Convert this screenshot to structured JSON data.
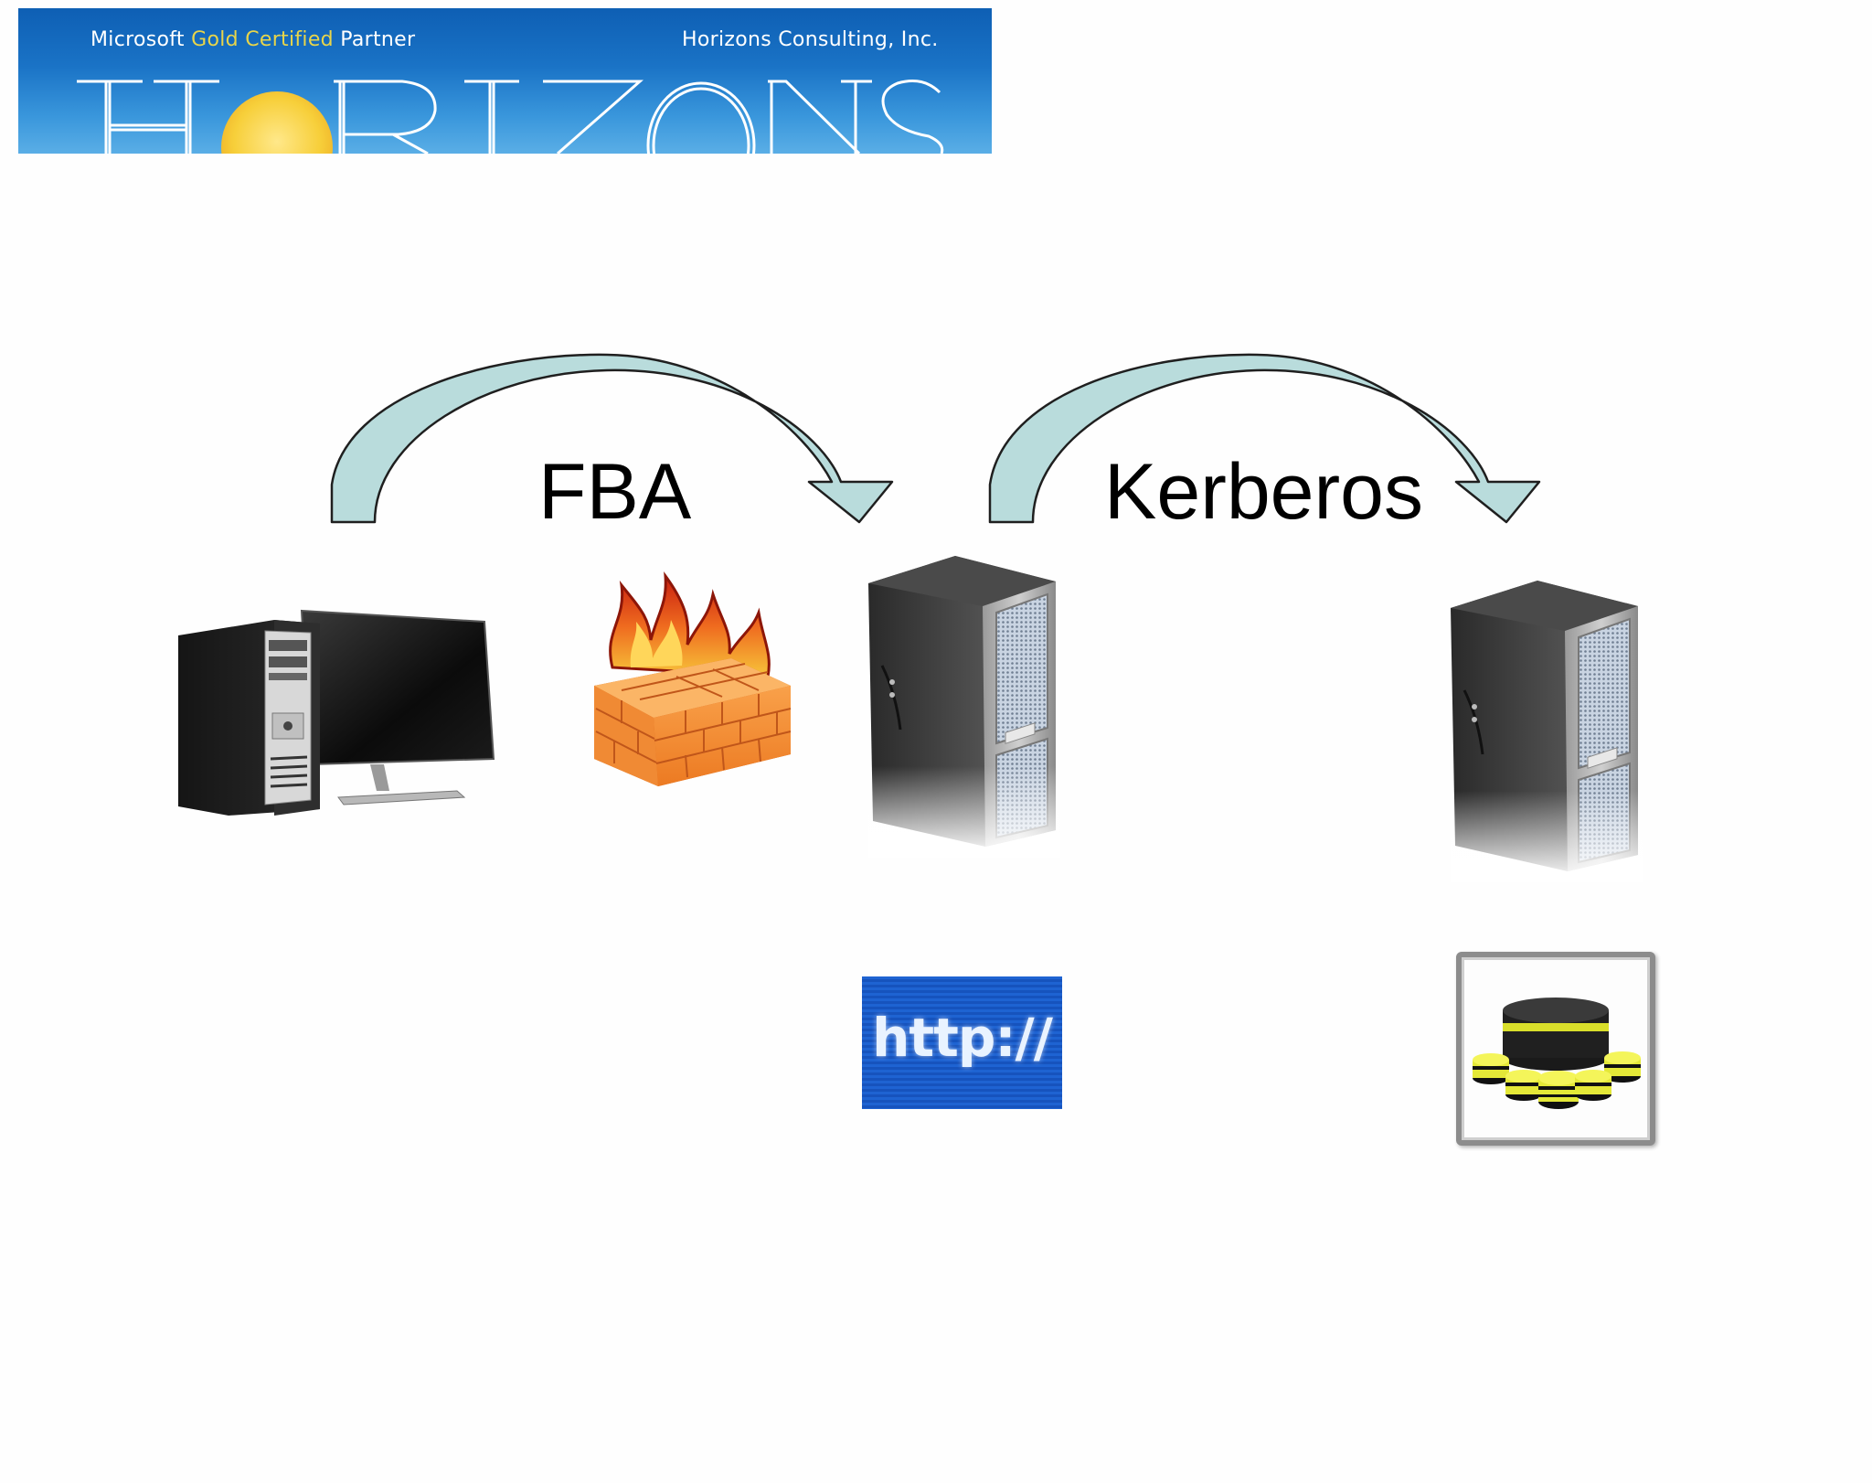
{
  "banner": {
    "partner_prefix": "Microsoft",
    "partner_highlight": "Gold Certified",
    "partner_suffix": "Partner",
    "company": "Horizons Consulting, Inc.",
    "wordmark": "HORIZONS"
  },
  "diagram": {
    "left_flow_label": "FBA",
    "right_flow_label": "Kerberos",
    "http_badge": "http://"
  },
  "icons": {
    "client": "desktop-computer-icon",
    "firewall": "firewall-icon",
    "web_server": "server-tower-icon",
    "backend_server": "server-tower-icon",
    "database": "database-cluster-icon"
  },
  "colors": {
    "arrow_fill": "#b9dcdc",
    "arrow_stroke": "#1f1f1f",
    "banner_blue": "#1a73c6",
    "gold": "#e8d54a",
    "http_blue": "#1e63d2",
    "firewall_brick": "#f28a2e",
    "flame": "#e8471f"
  }
}
